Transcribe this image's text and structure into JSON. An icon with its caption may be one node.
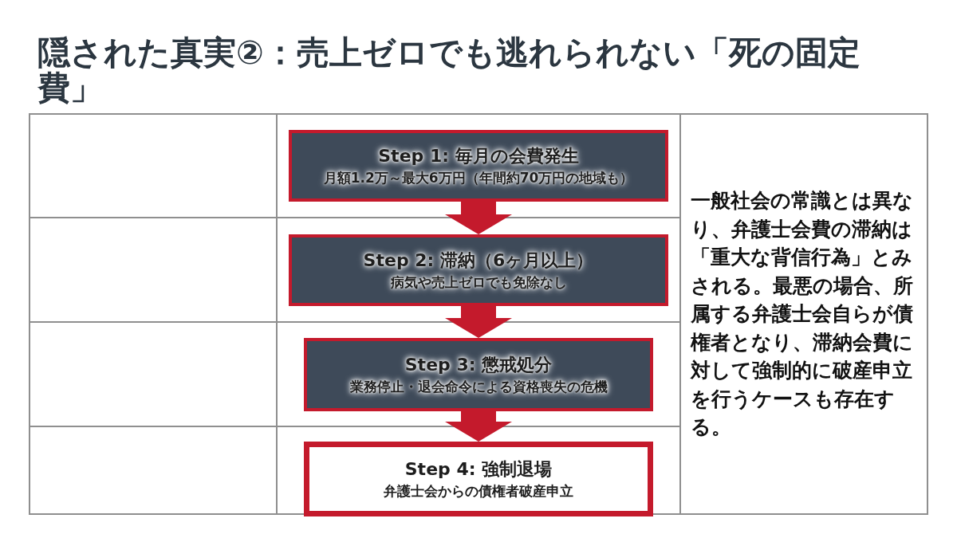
{
  "diagram": {
    "title": "隠された真実②：売上ゼロでも逃れられない「死の固定費」",
    "nodes": [
      {
        "text": [
          "Step 1: 毎月の会費発生",
          "月額1.2万～最大6万円（年間約70万円の地域も）"
        ]
      },
      {
        "text": [
          "Step 2: 滞納（6ヶ月以上）",
          "病気や売上ゼロでも免除なし"
        ]
      },
      {
        "text": [
          "Step 3: 懲戒処分",
          "業務停止・退会命令による資格喪失の危機"
        ]
      },
      {
        "text": [
          "Step 4: 強制退場",
          "弁護士会からの債権者破産申立"
        ]
      }
    ],
    "edges": [
      {
        "from": 0,
        "to": 1,
        "arrow": "to"
      },
      {
        "from": 1,
        "to": 2,
        "arrow": "to"
      },
      {
        "from": 2,
        "to": 3,
        "arrow": "to"
      }
    ],
    "labels": [
      "一般社会の常識とは異なり、弁護士会費の滞納は「重大な背信行為」とみされる。最悪の場合、所属する弁護士会自らが債権者となり、滞納会費に対して強制的に破産申立を行うケースも存在する。"
    ]
  }
}
